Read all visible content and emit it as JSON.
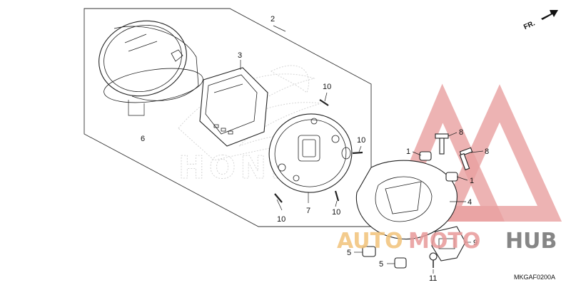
{
  "diagram": {
    "direction_label": "FR.",
    "diagram_code": "MKGAF0200A",
    "callouts": [
      {
        "id": "c2",
        "text": "2"
      },
      {
        "id": "c3",
        "text": "3"
      },
      {
        "id": "c6",
        "text": "6"
      },
      {
        "id": "c10a",
        "text": "10"
      },
      {
        "id": "c10b",
        "text": "10"
      },
      {
        "id": "c10c",
        "text": "10"
      },
      {
        "id": "c10d",
        "text": "10"
      },
      {
        "id": "c7",
        "text": "7"
      },
      {
        "id": "c8a",
        "text": "8"
      },
      {
        "id": "c8b",
        "text": "8"
      },
      {
        "id": "c1a",
        "text": "1"
      },
      {
        "id": "c1b",
        "text": "1"
      },
      {
        "id": "c4",
        "text": "4"
      },
      {
        "id": "c9",
        "text": "9"
      },
      {
        "id": "c5a",
        "text": "5"
      },
      {
        "id": "c5b",
        "text": "5"
      },
      {
        "id": "c11",
        "text": "11"
      }
    ]
  },
  "watermark": {
    "brand_part1": "AUTO",
    "brand_part2": "MOTO",
    "brand_part3": "HUB",
    "background_logo_text": "HONDA",
    "colors": {
      "triangle": "#e8a0a0",
      "auto": "#f2c27a",
      "moto": "#e89a9a",
      "hub": "#7a7a7a"
    }
  }
}
